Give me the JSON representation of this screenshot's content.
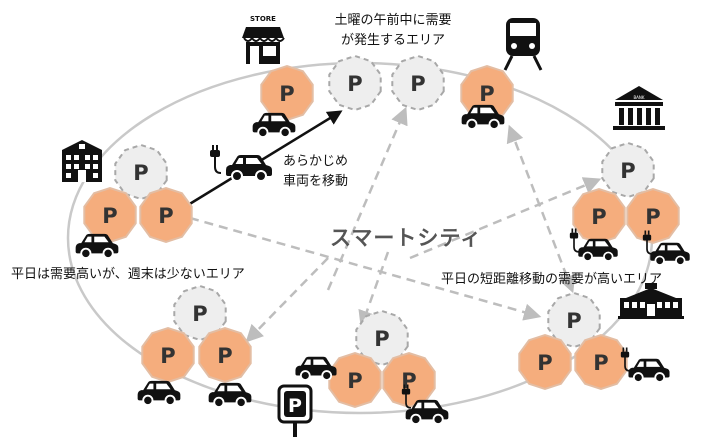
{
  "center_label": "スマートシティ",
  "labels": {
    "saturday_area": [
      "土曜の午前中に需要",
      "が発生するエリア"
    ],
    "weekday_area": "平日は需要高いが、週末は少ないエリア",
    "short_trip_area": "平日の短距離移動の需要が高いエリア",
    "relocate_note": [
      "あらかじめ",
      "車両を移動"
    ],
    "store_sign": "STORE",
    "bank_sign": "BANK"
  },
  "parking_symbol": "P",
  "colors": {
    "occupied_fill": "#F5AD7D",
    "occupied_stroke": "#E3BDA3",
    "empty_fill": "#EEEEEE",
    "empty_stroke": "#A8A8A8",
    "ring": "#C9C9C9",
    "arrow_dashed": "#BDBDBD",
    "arrow_solid": "#111111",
    "text": "#111111"
  },
  "icons": [
    "store-icon",
    "train-icon",
    "bank-icon",
    "hospital-icon",
    "station-building-icon",
    "parking-sign-icon",
    "car-icon",
    "ev-car-icon"
  ]
}
